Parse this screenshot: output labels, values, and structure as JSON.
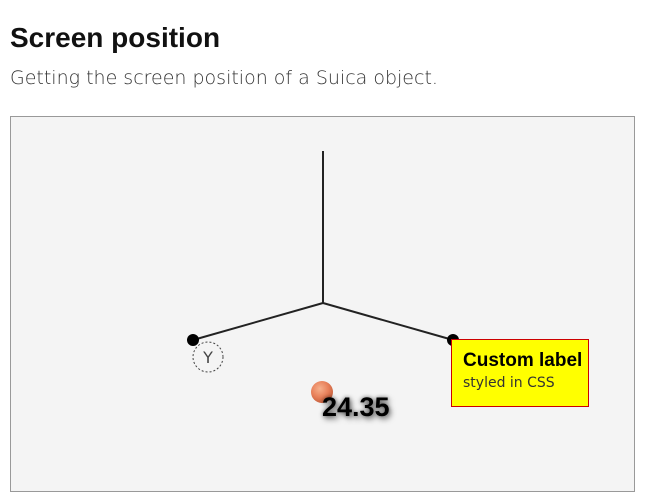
{
  "page": {
    "title": "Screen position",
    "subtitle": "Getting the screen position of a Suica object."
  },
  "scene": {
    "axis_label": "Y",
    "value_label": "24.35",
    "custom_label": {
      "title": "Custom label",
      "subtitle": "styled in CSS"
    },
    "colors": {
      "background": "#f4f4f4",
      "axes": "#222222",
      "axis_endpoints": "#000000",
      "sphere": "#e8805a",
      "custom_label_background": "#ffff00",
      "custom_label_border": "#cc0000"
    }
  }
}
